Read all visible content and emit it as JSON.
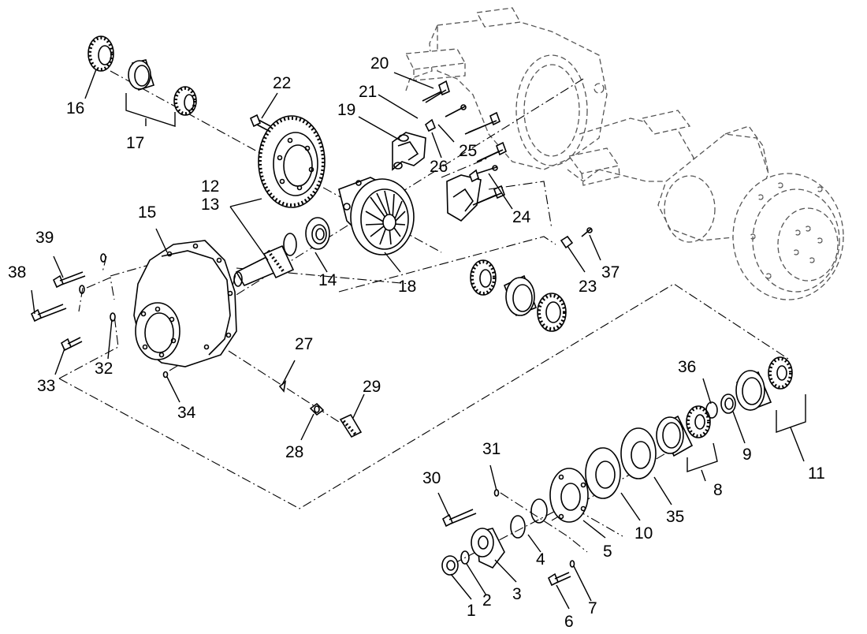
{
  "labels": {
    "l1": "1",
    "l2": "2",
    "l3": "3",
    "l4": "4",
    "l5": "5",
    "l6": "6",
    "l7": "7",
    "l8": "8",
    "l9": "9",
    "l10": "10",
    "l11": "11",
    "l12": "12",
    "l13": "13",
    "l14": "14",
    "l15": "15",
    "l16": "16",
    "l17": "17",
    "l18": "18",
    "l19": "19",
    "l20": "20",
    "l21": "21",
    "l22": "22",
    "l23": "23",
    "l24": "24",
    "l25": "25",
    "l26": "26",
    "l27": "27",
    "l28": "28",
    "l29": "29",
    "l30": "30",
    "l31": "31",
    "l32": "32",
    "l33": "33",
    "l34": "34",
    "l35": "35",
    "l36": "36",
    "l37": "37",
    "l38": "38",
    "l39": "39"
  },
  "colors": {
    "line": "#000000",
    "ghost": "#555555",
    "background": "#ffffff"
  }
}
